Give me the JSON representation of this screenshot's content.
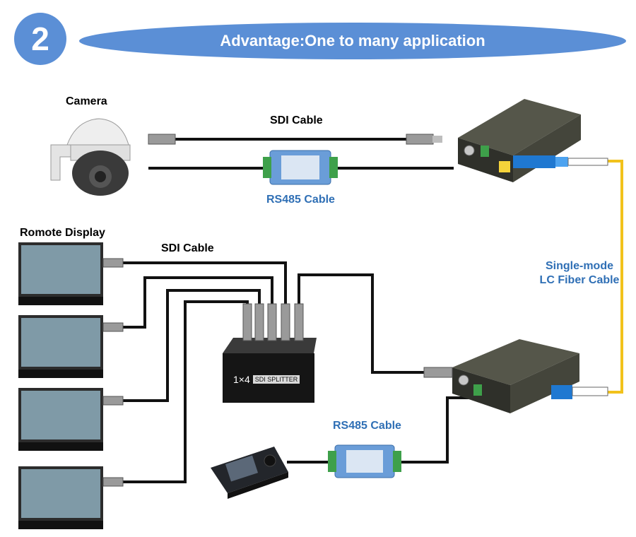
{
  "header": {
    "step_number": "2",
    "title": "Advantage:One to many application"
  },
  "labels": {
    "camera": "Camera",
    "sdi_cable_top": "SDI Cable",
    "rs485_cable_top": "RS485 Cable",
    "remote_display": "Romote Display",
    "sdi_cable_mid": "SDI Cable",
    "fiber_cable_line1": "Single-mode",
    "fiber_cable_line2": "LC Fiber Cable",
    "rs485_cable_bottom": "RS485 Cable",
    "splitter": "1×4",
    "splitter_badge": "SDI SPLITTER"
  },
  "colors": {
    "accent_blue": "#5b8fd6",
    "label_blue": "#2f6fb5",
    "fiber_yellow": "#f2c21b",
    "cable_black": "#111111",
    "device_dark": "#3c3d34"
  },
  "icons": [
    "camera-icon",
    "monitor-icon",
    "sdi-splitter-icon",
    "fiber-transceiver-icon",
    "rs485-converter-icon",
    "ptz-keyboard-icon",
    "lc-connector-icon",
    "bnc-connector-icon"
  ]
}
